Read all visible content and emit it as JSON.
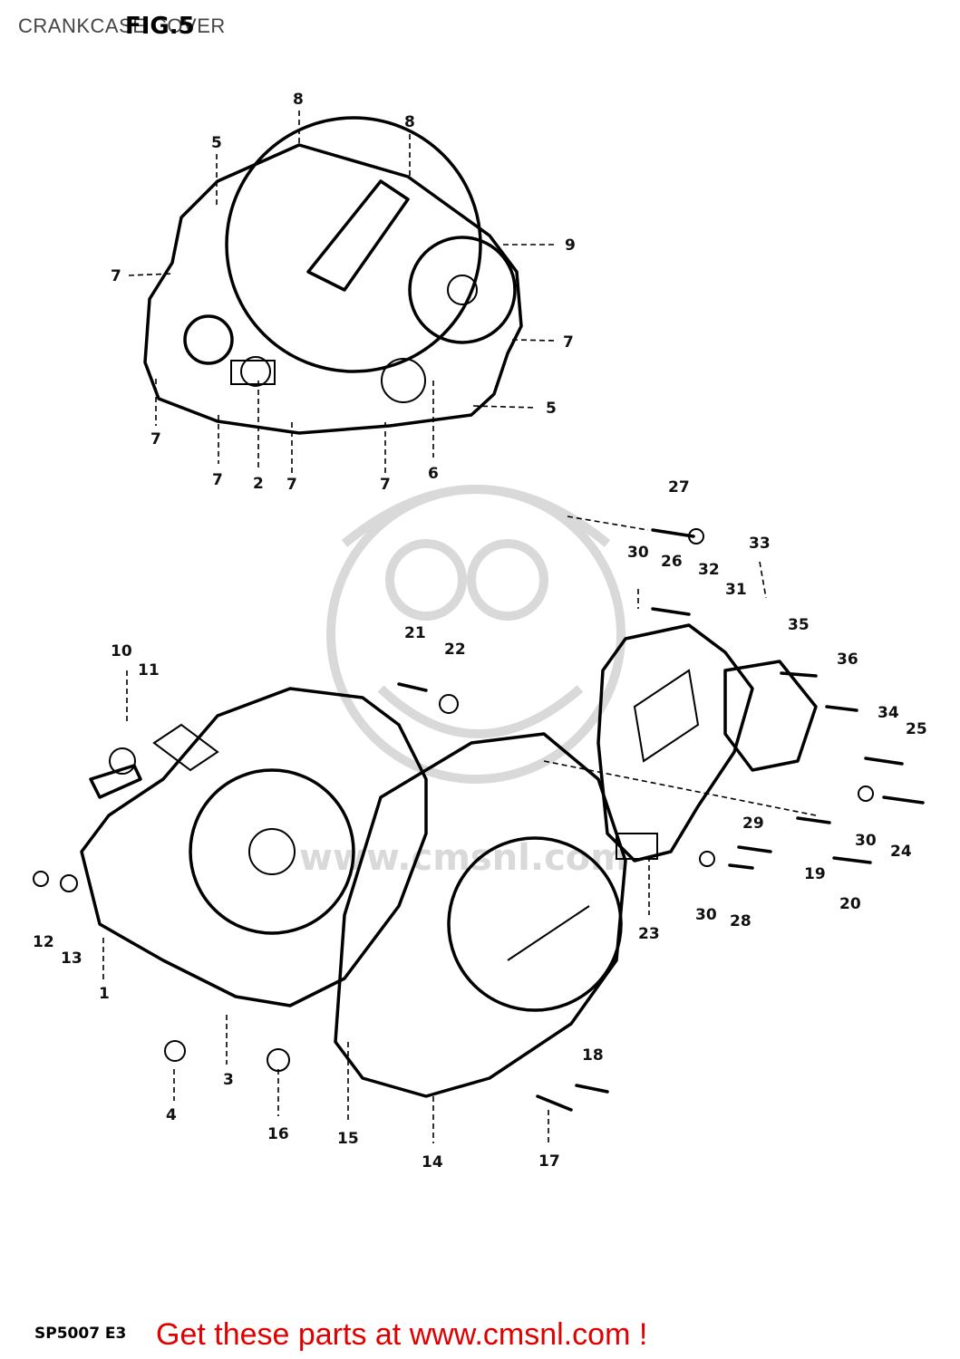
{
  "title": "CRANKCASE COVER",
  "figure_label": "FIG.5",
  "watermark_text": "www.cmsnl.com",
  "diagram_code": "SP5007 E3",
  "cta": "Get these parts at www.cmsnl.com !",
  "colors": {
    "cta": "#e00000",
    "line": "#000000",
    "watermark": "#d9d9d9"
  },
  "callouts": [
    {
      "id": "c8a",
      "label": "8"
    },
    {
      "id": "c8b",
      "label": "8"
    },
    {
      "id": "c5a",
      "label": "5"
    },
    {
      "id": "c9",
      "label": "9"
    },
    {
      "id": "c7a",
      "label": "7"
    },
    {
      "id": "c7b",
      "label": "7"
    },
    {
      "id": "c5b",
      "label": "5"
    },
    {
      "id": "c7c",
      "label": "7"
    },
    {
      "id": "c7d",
      "label": "7"
    },
    {
      "id": "c2",
      "label": "2"
    },
    {
      "id": "c7e",
      "label": "7"
    },
    {
      "id": "c7f",
      "label": "7"
    },
    {
      "id": "c6",
      "label": "6"
    },
    {
      "id": "c27",
      "label": "27"
    },
    {
      "id": "c33",
      "label": "33"
    },
    {
      "id": "c30a",
      "label": "30"
    },
    {
      "id": "c26",
      "label": "26"
    },
    {
      "id": "c32",
      "label": "32"
    },
    {
      "id": "c31",
      "label": "31"
    },
    {
      "id": "c35",
      "label": "35"
    },
    {
      "id": "c36",
      "label": "36"
    },
    {
      "id": "c21",
      "label": "21"
    },
    {
      "id": "c22",
      "label": "22"
    },
    {
      "id": "c10",
      "label": "10"
    },
    {
      "id": "c11",
      "label": "11"
    },
    {
      "id": "c34",
      "label": "34"
    },
    {
      "id": "c25",
      "label": "25"
    },
    {
      "id": "c29",
      "label": "29"
    },
    {
      "id": "c30b",
      "label": "30"
    },
    {
      "id": "c24",
      "label": "24"
    },
    {
      "id": "c19",
      "label": "19"
    },
    {
      "id": "c20",
      "label": "20"
    },
    {
      "id": "c30c",
      "label": "30"
    },
    {
      "id": "c28",
      "label": "28"
    },
    {
      "id": "c23",
      "label": "23"
    },
    {
      "id": "c12",
      "label": "12"
    },
    {
      "id": "c13",
      "label": "13"
    },
    {
      "id": "c1",
      "label": "1"
    },
    {
      "id": "c3",
      "label": "3"
    },
    {
      "id": "c4",
      "label": "4"
    },
    {
      "id": "c16",
      "label": "16"
    },
    {
      "id": "c15",
      "label": "15"
    },
    {
      "id": "c14",
      "label": "14"
    },
    {
      "id": "c18",
      "label": "18"
    },
    {
      "id": "c17",
      "label": "17"
    }
  ]
}
